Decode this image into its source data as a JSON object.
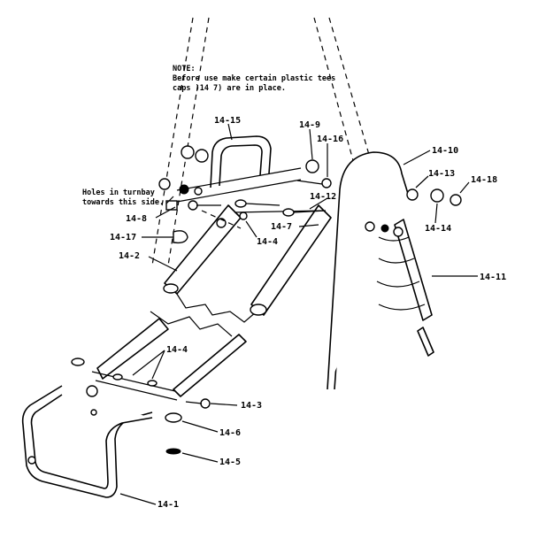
{
  "note": {
    "line1": "NOTE:",
    "line2": "Before use make certain plastic tees",
    "line3": "caps )14 7) are in place."
  },
  "side_note": {
    "line1": "Holes in turnbay",
    "line2": "towards this side."
  },
  "labels": {
    "l_14_15": "14-15",
    "l_14_9": "14-9",
    "l_14_16": "14-16",
    "l_14_10": "14-10",
    "l_14_13": "14-13",
    "l_14_18": "14-18",
    "l_14_14": "14-14",
    "l_14_12": "14-12",
    "l_14_8": "14-8",
    "l_14_7": "14-7",
    "l_14_4a": "14-4",
    "l_14_17": "14-17",
    "l_14_2": "14-2",
    "l_14_11": "14-11",
    "l_14_4b": "14-4",
    "l_14_3": "14-3",
    "l_14_6": "14-6",
    "l_14_5": "14-5",
    "l_14_1": "14-1"
  }
}
